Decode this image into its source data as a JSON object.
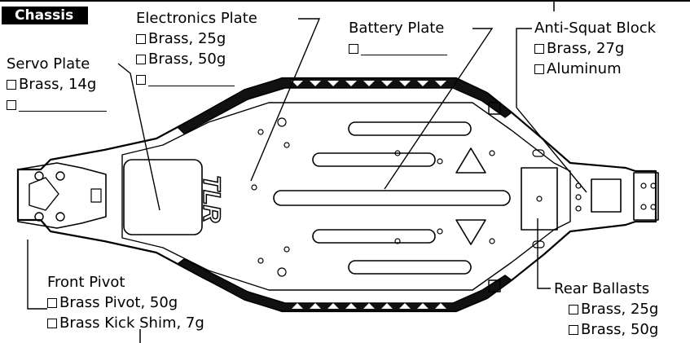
{
  "section_tag": "Chassis",
  "parts": {
    "electronics_plate": {
      "title": "Electronics Plate",
      "options": [
        "Brass, 25g",
        "Brass, 50g",
        ""
      ]
    },
    "battery_plate": {
      "title": "Battery Plate",
      "options": [
        ""
      ]
    },
    "anti_squat_block": {
      "title": "Anti-Squat Block",
      "options": [
        "Brass, 27g",
        "Aluminum"
      ]
    },
    "servo_plate": {
      "title": "Servo Plate",
      "options": [
        "Brass, 14g",
        ""
      ]
    },
    "front_pivot": {
      "title": "Front Pivot",
      "options": [
        "Brass Pivot, 50g",
        "Brass Kick Shim, 7g"
      ]
    },
    "rear_ballasts": {
      "title": "Rear Ballasts",
      "options": [
        "Brass, 25g",
        "Brass, 50g"
      ]
    }
  },
  "chassis_logo": "TLR",
  "colors": {
    "ink": "#000000",
    "paper": "#ffffff"
  }
}
